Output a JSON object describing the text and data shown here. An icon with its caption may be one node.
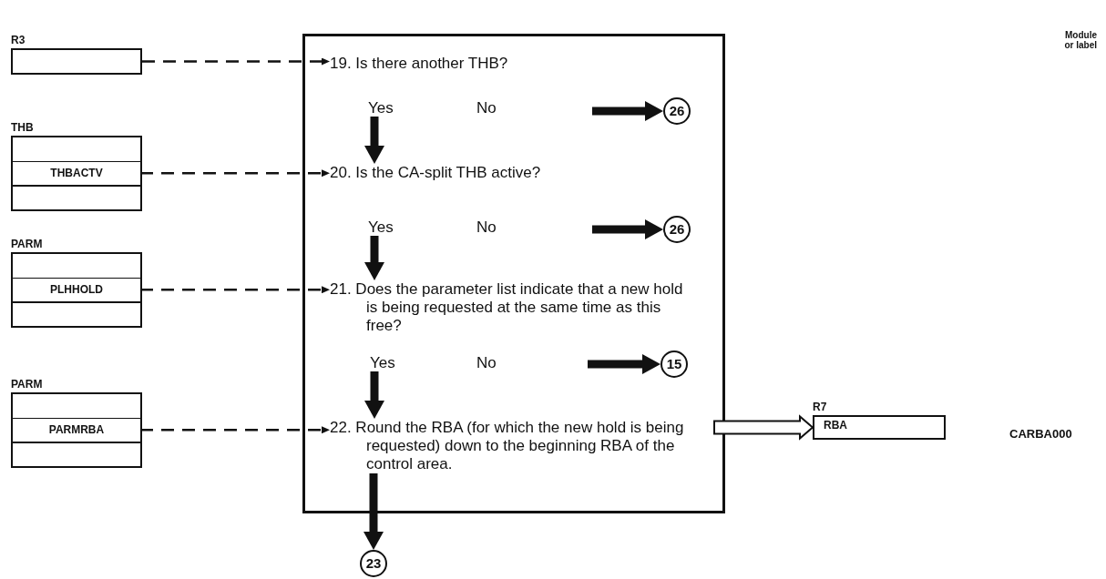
{
  "diagram": {
    "nodes": [
      {
        "text": [
          "R3"
        ]
      },
      {
        "text": [
          "THB"
        ]
      },
      {
        "text": [
          "THBACTV"
        ],
        "in": 1
      },
      {
        "text": [
          "PARM"
        ]
      },
      {
        "text": [
          "PLHHOLD"
        ],
        "in": 3
      },
      {
        "text": [
          "PARM"
        ]
      },
      {
        "text": [
          "PARMRBA"
        ],
        "in": 5
      },
      {
        "text": [],
        "shape": "box"
      },
      {
        "text": [
          "19. Is there another THB?"
        ],
        "in": 7
      },
      {
        "text": [
          "Yes"
        ],
        "in": 7
      },
      {
        "text": [
          "20. Is the CA-split THB active?"
        ],
        "in": 7
      },
      {
        "text": [
          "Yes"
        ],
        "in": 7
      },
      {
        "text": [
          "21. Does the parameter list indicate that a new hold is being requested at the same time as this free?"
        ],
        "in": 7
      },
      {
        "text": [
          "Yes"
        ],
        "in": 7
      },
      {
        "text": [
          "22. Round the RBA (for which the new hold is being requested) down to the beginning RBA of the control area."
        ],
        "in": 7
      },
      {
        "text": [
          "26"
        ],
        "in": 7
      },
      {
        "text": [
          "26"
        ],
        "in": 7
      },
      {
        "text": [
          "15"
        ],
        "in": 7
      },
      {
        "text": [
          "23"
        ]
      },
      {
        "text": [
          "R7",
          "RBA"
        ]
      }
    ],
    "edges": [
      {
        "from": 0,
        "to": 8,
        "arrow": "to",
        "style": "dashed"
      },
      {
        "from": 2,
        "to": 10,
        "arrow": "to",
        "style": "dashed"
      },
      {
        "from": 4,
        "to": 12,
        "arrow": "to",
        "style": "dashed"
      },
      {
        "from": 6,
        "to": 14,
        "arrow": "to",
        "style": "dashed"
      },
      {
        "from": 9,
        "to": 10,
        "arrow": "to"
      },
      {
        "from": null,
        "to": 15,
        "arrow": "to"
      },
      {
        "from": 11,
        "to": 12,
        "arrow": "to"
      },
      {
        "from": null,
        "to": 16,
        "arrow": "to"
      },
      {
        "from": 13,
        "to": 14,
        "arrow": "to"
      },
      {
        "from": null,
        "to": 17,
        "arrow": "to"
      },
      {
        "from": 14,
        "to": 18,
        "arrow": "to"
      },
      {
        "from": 14,
        "to": 19,
        "arrow": "to",
        "style": "thick"
      }
    ],
    "labels": [
      "Module or label",
      "No",
      "No",
      "No",
      "CARBA000"
    ]
  }
}
